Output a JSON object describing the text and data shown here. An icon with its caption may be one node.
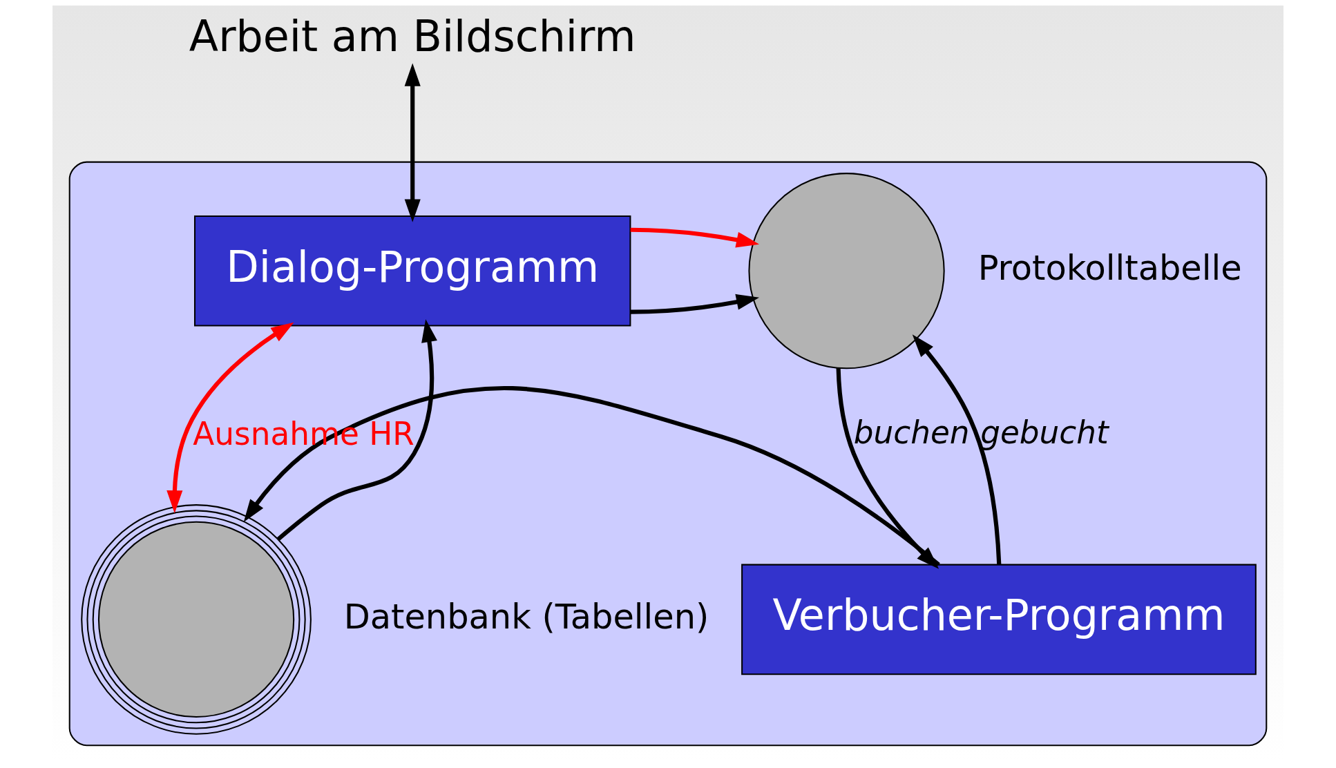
{
  "diagram": {
    "nodes": [
      {
        "text": [],
        "shape": "ellipse"
      },
      {
        "text": [
          "Arbeit am Bildschirm"
        ]
      },
      {
        "text": [
          "Dialog-Programm"
        ],
        "in": 0
      },
      {
        "text": [],
        "shape": "circle",
        "beside": [
          "Protokolltabelle"
        ],
        "in": 0
      },
      {
        "text": [
          "Verbucher-Programm"
        ],
        "in": 0
      },
      {
        "text": [],
        "shape": "circle",
        "beside": [
          "Datenbank (Tabellen)"
        ],
        "in": 0
      }
    ],
    "edges": [
      {
        "from": 1,
        "to": 2,
        "arrow": "both"
      },
      {
        "from": 2,
        "to": 3,
        "arrow": "to"
      },
      {
        "from": 2,
        "to": 3,
        "arrow": "to",
        "color": "#ff0000"
      },
      {
        "from": 3,
        "to": 4,
        "arrow": "to",
        "label": "buchen"
      },
      {
        "from": 4,
        "to": 3,
        "arrow": "to",
        "label": "gebucht"
      },
      {
        "from": 4,
        "to": 5,
        "arrow": "to"
      },
      {
        "from": 5,
        "to": 2,
        "arrow": "both",
        "label": "Ausnahme HR",
        "color": "#ff0000"
      },
      {
        "from": 5,
        "to": 2,
        "arrow": "to"
      }
    ]
  }
}
